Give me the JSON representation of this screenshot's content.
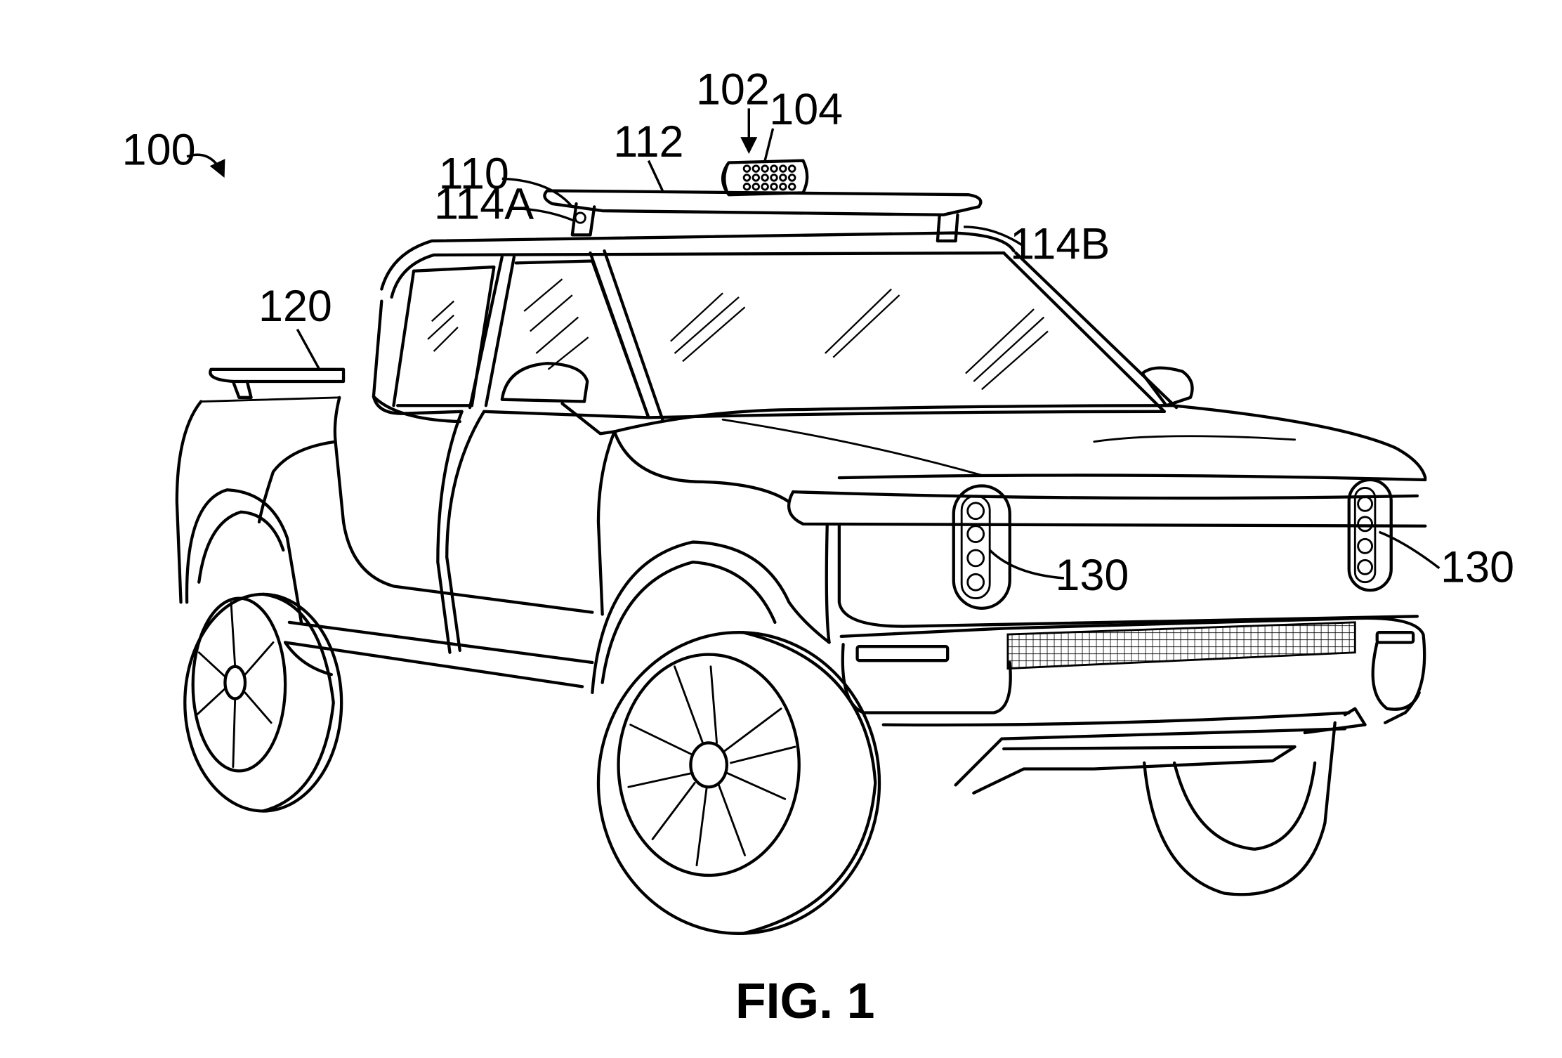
{
  "figure": {
    "caption": "FIG. 1",
    "labels": {
      "vehicle": "100",
      "sensor_assembly": "102",
      "sensor_array": "104",
      "mount": "110",
      "crossbar": "112",
      "support_a": "114A",
      "support_b": "114B",
      "bed_rail": "120",
      "light_left": "130",
      "light_right": "130"
    }
  }
}
